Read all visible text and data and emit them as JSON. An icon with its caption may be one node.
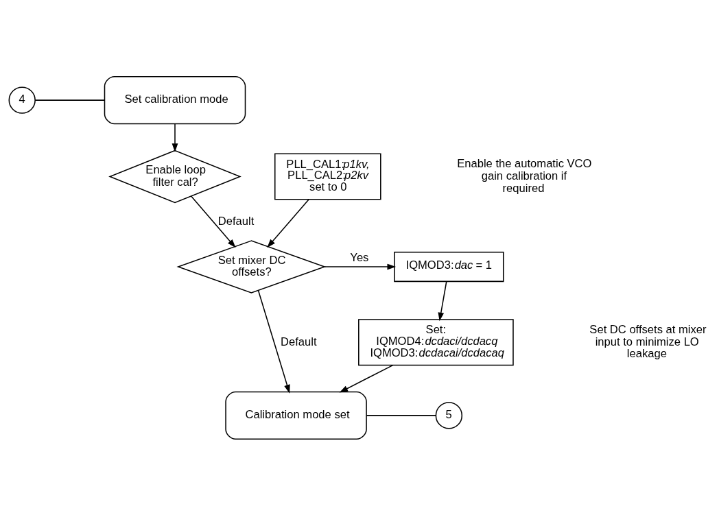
{
  "diagram": {
    "nodes": [
      {
        "text": [
          "4"
        ]
      },
      {
        "text": [
          "Set calibration mode"
        ]
      },
      {
        "text": [
          "Enable loop filter cal?"
        ]
      },
      {
        "text": [
          "PLL_CAL1:*p1kv,* PLL_CAL2:*p2kv* set to 0"
        ]
      },
      {
        "text": [
          "Set mixer DC offsets?"
        ]
      },
      {
        "text": [
          "IQMOD3:*dac* = 1"
        ]
      },
      {
        "text": [
          "Set: IQMOD4:*dcdaci/dcdacq* IQMOD3:*dcdacai/dcdacaq*"
        ]
      },
      {
        "text": [
          "Calibration mode set"
        ]
      },
      {
        "text": [
          "5"
        ]
      }
    ],
    "edges": [
      {
        "from": 0,
        "to": 1,
        "arrow": "none"
      },
      {
        "from": 1,
        "to": 2,
        "arrow": "to"
      },
      {
        "from": 2,
        "to": 4,
        "arrow": "to",
        "label": "Default"
      },
      {
        "from": 3,
        "to": 4,
        "arrow": "to"
      },
      {
        "from": 4,
        "to": 5,
        "arrow": "to",
        "label": "Yes"
      },
      {
        "from": 5,
        "to": 6,
        "arrow": "to"
      },
      {
        "from": 4,
        "to": 7,
        "arrow": "to",
        "label": "Default"
      },
      {
        "from": 6,
        "to": 7,
        "arrow": "to"
      },
      {
        "from": 7,
        "to": 8,
        "arrow": "none"
      }
    ],
    "labels": [
      "Enable the automatic VCO gain calibration if required",
      "Set DC offsets at mixer input to minimize LO leakage"
    ]
  }
}
